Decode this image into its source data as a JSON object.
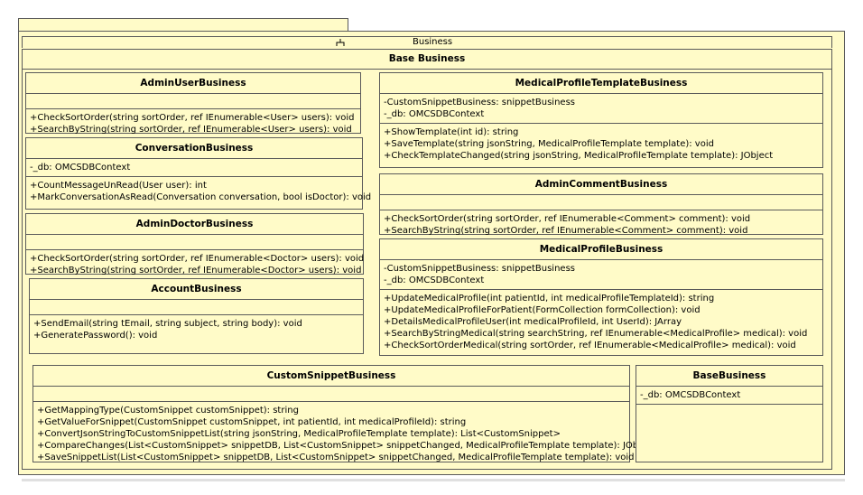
{
  "package": {
    "name": "Business",
    "frame_title": "Base Business"
  },
  "classes": [
    {
      "name": "AdminUserBusiness",
      "attributes": [],
      "methods": [
        "+CheckSortOrder(string sortOrder, ref IEnumerable<User> users): void",
        "+SearchByString(string sortOrder, ref IEnumerable<User> users): void"
      ]
    },
    {
      "name": "ConversationBusiness",
      "attributes": [
        "-_db: OMCSDBContext"
      ],
      "methods": [
        "+CountMessageUnRead(User user): int",
        "+MarkConversationAsRead(Conversation conversation, bool isDoctor): void"
      ]
    },
    {
      "name": "AdminDoctorBusiness",
      "attributes": [],
      "methods": [
        "+CheckSortOrder(string sortOrder, ref IEnumerable<Doctor> users): void",
        "+SearchByString(string sortOrder, ref IEnumerable<Doctor> users): void"
      ]
    },
    {
      "name": "AccountBusiness",
      "attributes": [],
      "methods": [
        "+SendEmail(string tEmail, string subject, string body): void",
        "+GeneratePassword(): void"
      ]
    },
    {
      "name": "MedicalProfileTemplateBusiness",
      "attributes": [
        "-CustomSnippetBusiness: snippetBusiness",
        "-_db: OMCSDBContext"
      ],
      "methods": [
        "+ShowTemplate(int id): string",
        "+SaveTemplate(string jsonString, MedicalProfileTemplate template): void",
        "+CheckTemplateChanged(string jsonString, MedicalProfileTemplate template): JObject"
      ]
    },
    {
      "name": "AdminCommentBusiness",
      "attributes": [],
      "methods": [
        "+CheckSortOrder(string sortOrder, ref IEnumerable<Comment> comment): void",
        "+SearchByString(string sortOrder, ref IEnumerable<Comment> comment): void"
      ]
    },
    {
      "name": "MedicalProfileBusiness",
      "attributes": [
        "-CustomSnippetBusiness: snippetBusiness",
        "-_db: OMCSDBContext"
      ],
      "methods": [
        "+UpdateMedicalProfile(int patientId, int medicalProfileTemplateId): string",
        "+UpdateMedicalProfileForPatient(FormCollection formCollection): void",
        "+DetailsMedicalProfileUser(int medicalProfileId, int UserId): JArray",
        "+SearchByStringMedical(string searchString, ref IEnumerable<MedicalProfile> medical): void",
        "+CheckSortOrderMedical(string sortOrder, ref IEnumerable<MedicalProfile> medical): void"
      ]
    },
    {
      "name": "CustomSnippetBusiness",
      "attributes": [],
      "methods": [
        "+GetMappingType(CustomSnippet customSnippet): string",
        "+GetValueForSnippet(CustomSnippet customSnippet, int patientId, int medicalProfileId): string",
        "+ConvertJsonStringToCustomSnippetList(string jsonString, MedicalProfileTemplate template): List<CustomSnippet>",
        "+CompareChanges(List<CustomSnippet> snippetDB, List<CustomSnippet> snippetChanged, MedicalProfileTemplate template): JObject",
        "+SaveSnippetList(List<CustomSnippet> snippetDB, List<CustomSnippet> snippetChanged, MedicalProfileTemplate template): void"
      ]
    },
    {
      "name": "BaseBusiness",
      "attributes": [
        "-_db: OMCSDBContext"
      ],
      "methods": []
    }
  ]
}
